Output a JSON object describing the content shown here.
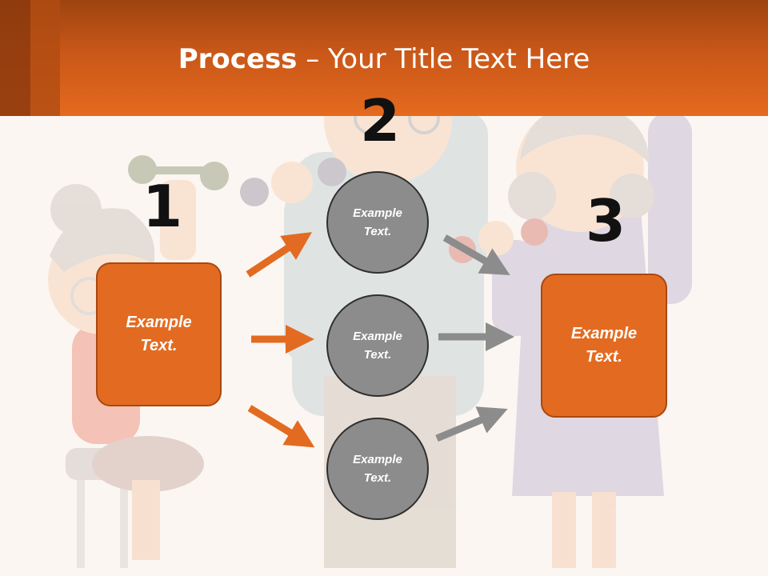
{
  "title": {
    "bold": "Process",
    "rest": " – Your Title Text Here"
  },
  "steps": [
    {
      "number": "1",
      "box_text": "Example\nText."
    },
    {
      "number": "2"
    },
    {
      "number": "3",
      "box_text": "Example\nText."
    }
  ],
  "circles": [
    {
      "text": "Example\nText."
    },
    {
      "text": "Example\nText."
    },
    {
      "text": "Example\nText."
    }
  ],
  "colors": {
    "accent": "#e36b21",
    "header": "#e46a1f",
    "circle": "#8c8c8c",
    "gray_arrow": "#8c8c8c"
  }
}
